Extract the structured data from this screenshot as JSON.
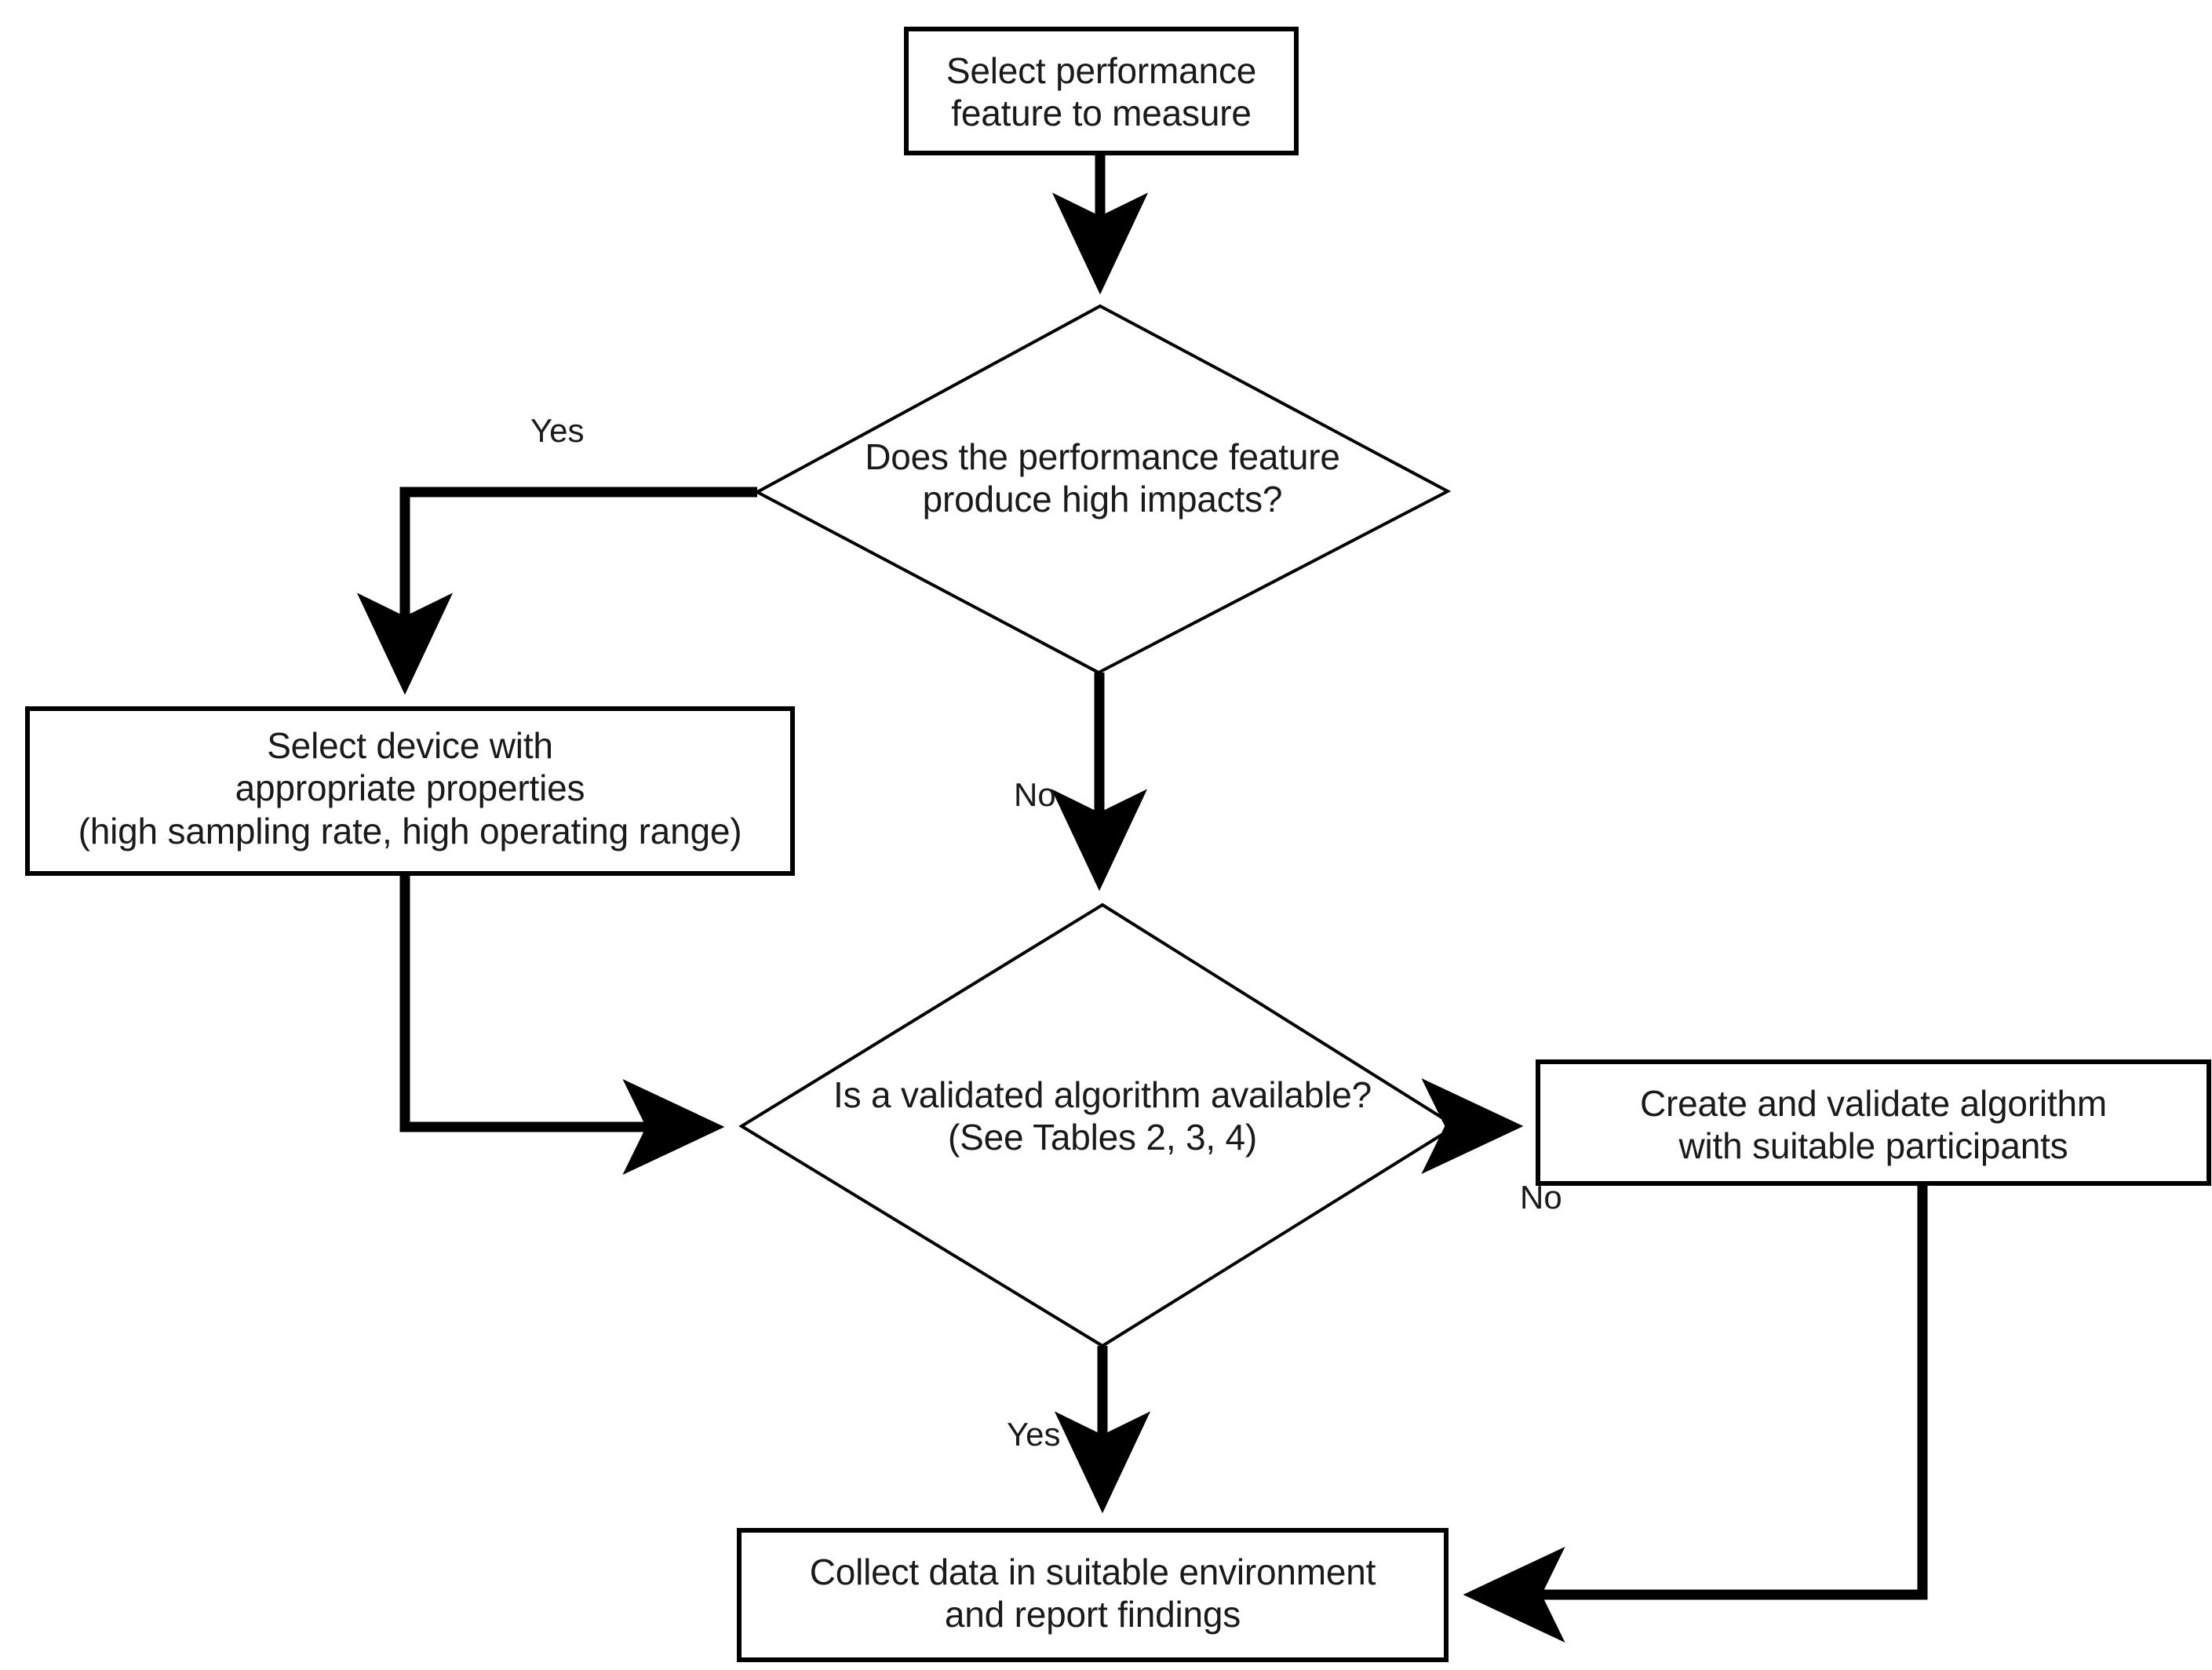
{
  "diagram": {
    "type": "flowchart",
    "title": "",
    "background_color": "#ffffff",
    "line_color": "#000000",
    "shape_stroke_color": "#000000",
    "text_color": "#1a1a1a",
    "nodes": [
      {
        "id": "start",
        "shape": "process",
        "text": "Select performance\nfeature to measure",
        "lines": [
          "Select performance",
          "feature to measure"
        ]
      },
      {
        "id": "decision_impact",
        "shape": "decision",
        "text": "Does the performance feature\nproduce high impacts?",
        "lines": [
          "Does the performance feature",
          "produce high impacts?"
        ]
      },
      {
        "id": "select_device",
        "shape": "process",
        "text": "Select device with\nappropriate properties\n(high sampling rate, high operating range)",
        "lines": [
          "Select device with",
          "appropriate properties",
          "(high sampling rate, high operating range)"
        ]
      },
      {
        "id": "decision_algorithm",
        "shape": "decision",
        "text": "Is a validated algorithm available?\n(See Tables 2, 3, 4)",
        "lines": [
          "Is a validated algorithm available?",
          "(See Tables 2, 3, 4)"
        ]
      },
      {
        "id": "create_algorithm",
        "shape": "process",
        "text": "Create and validate algorithm\nwith suitable participants",
        "lines": [
          "Create and validate algorithm",
          "with suitable participants"
        ]
      },
      {
        "id": "collect_data",
        "shape": "process",
        "text": "Collect data in suitable environment\nand report findings",
        "lines": [
          "Collect data in suitable environment",
          "and report findings"
        ]
      }
    ],
    "edges": [
      {
        "id": "e1",
        "from": "start",
        "to": "decision_impact",
        "label": ""
      },
      {
        "id": "e2",
        "from": "decision_impact",
        "to": "select_device",
        "label": "Yes"
      },
      {
        "id": "e3",
        "from": "decision_impact",
        "to": "decision_algorithm",
        "label": "No"
      },
      {
        "id": "e4",
        "from": "select_device",
        "to": "decision_algorithm",
        "label": ""
      },
      {
        "id": "e5",
        "from": "decision_algorithm",
        "to": "create_algorithm",
        "label": "No"
      },
      {
        "id": "e6",
        "from": "decision_algorithm",
        "to": "collect_data",
        "label": "Yes"
      },
      {
        "id": "e7",
        "from": "create_algorithm",
        "to": "collect_data",
        "label": ""
      }
    ],
    "edge_labels": {
      "yes_impact": "Yes",
      "no_impact": "No",
      "no_algorithm": "No",
      "yes_algorithm": "Yes"
    }
  }
}
